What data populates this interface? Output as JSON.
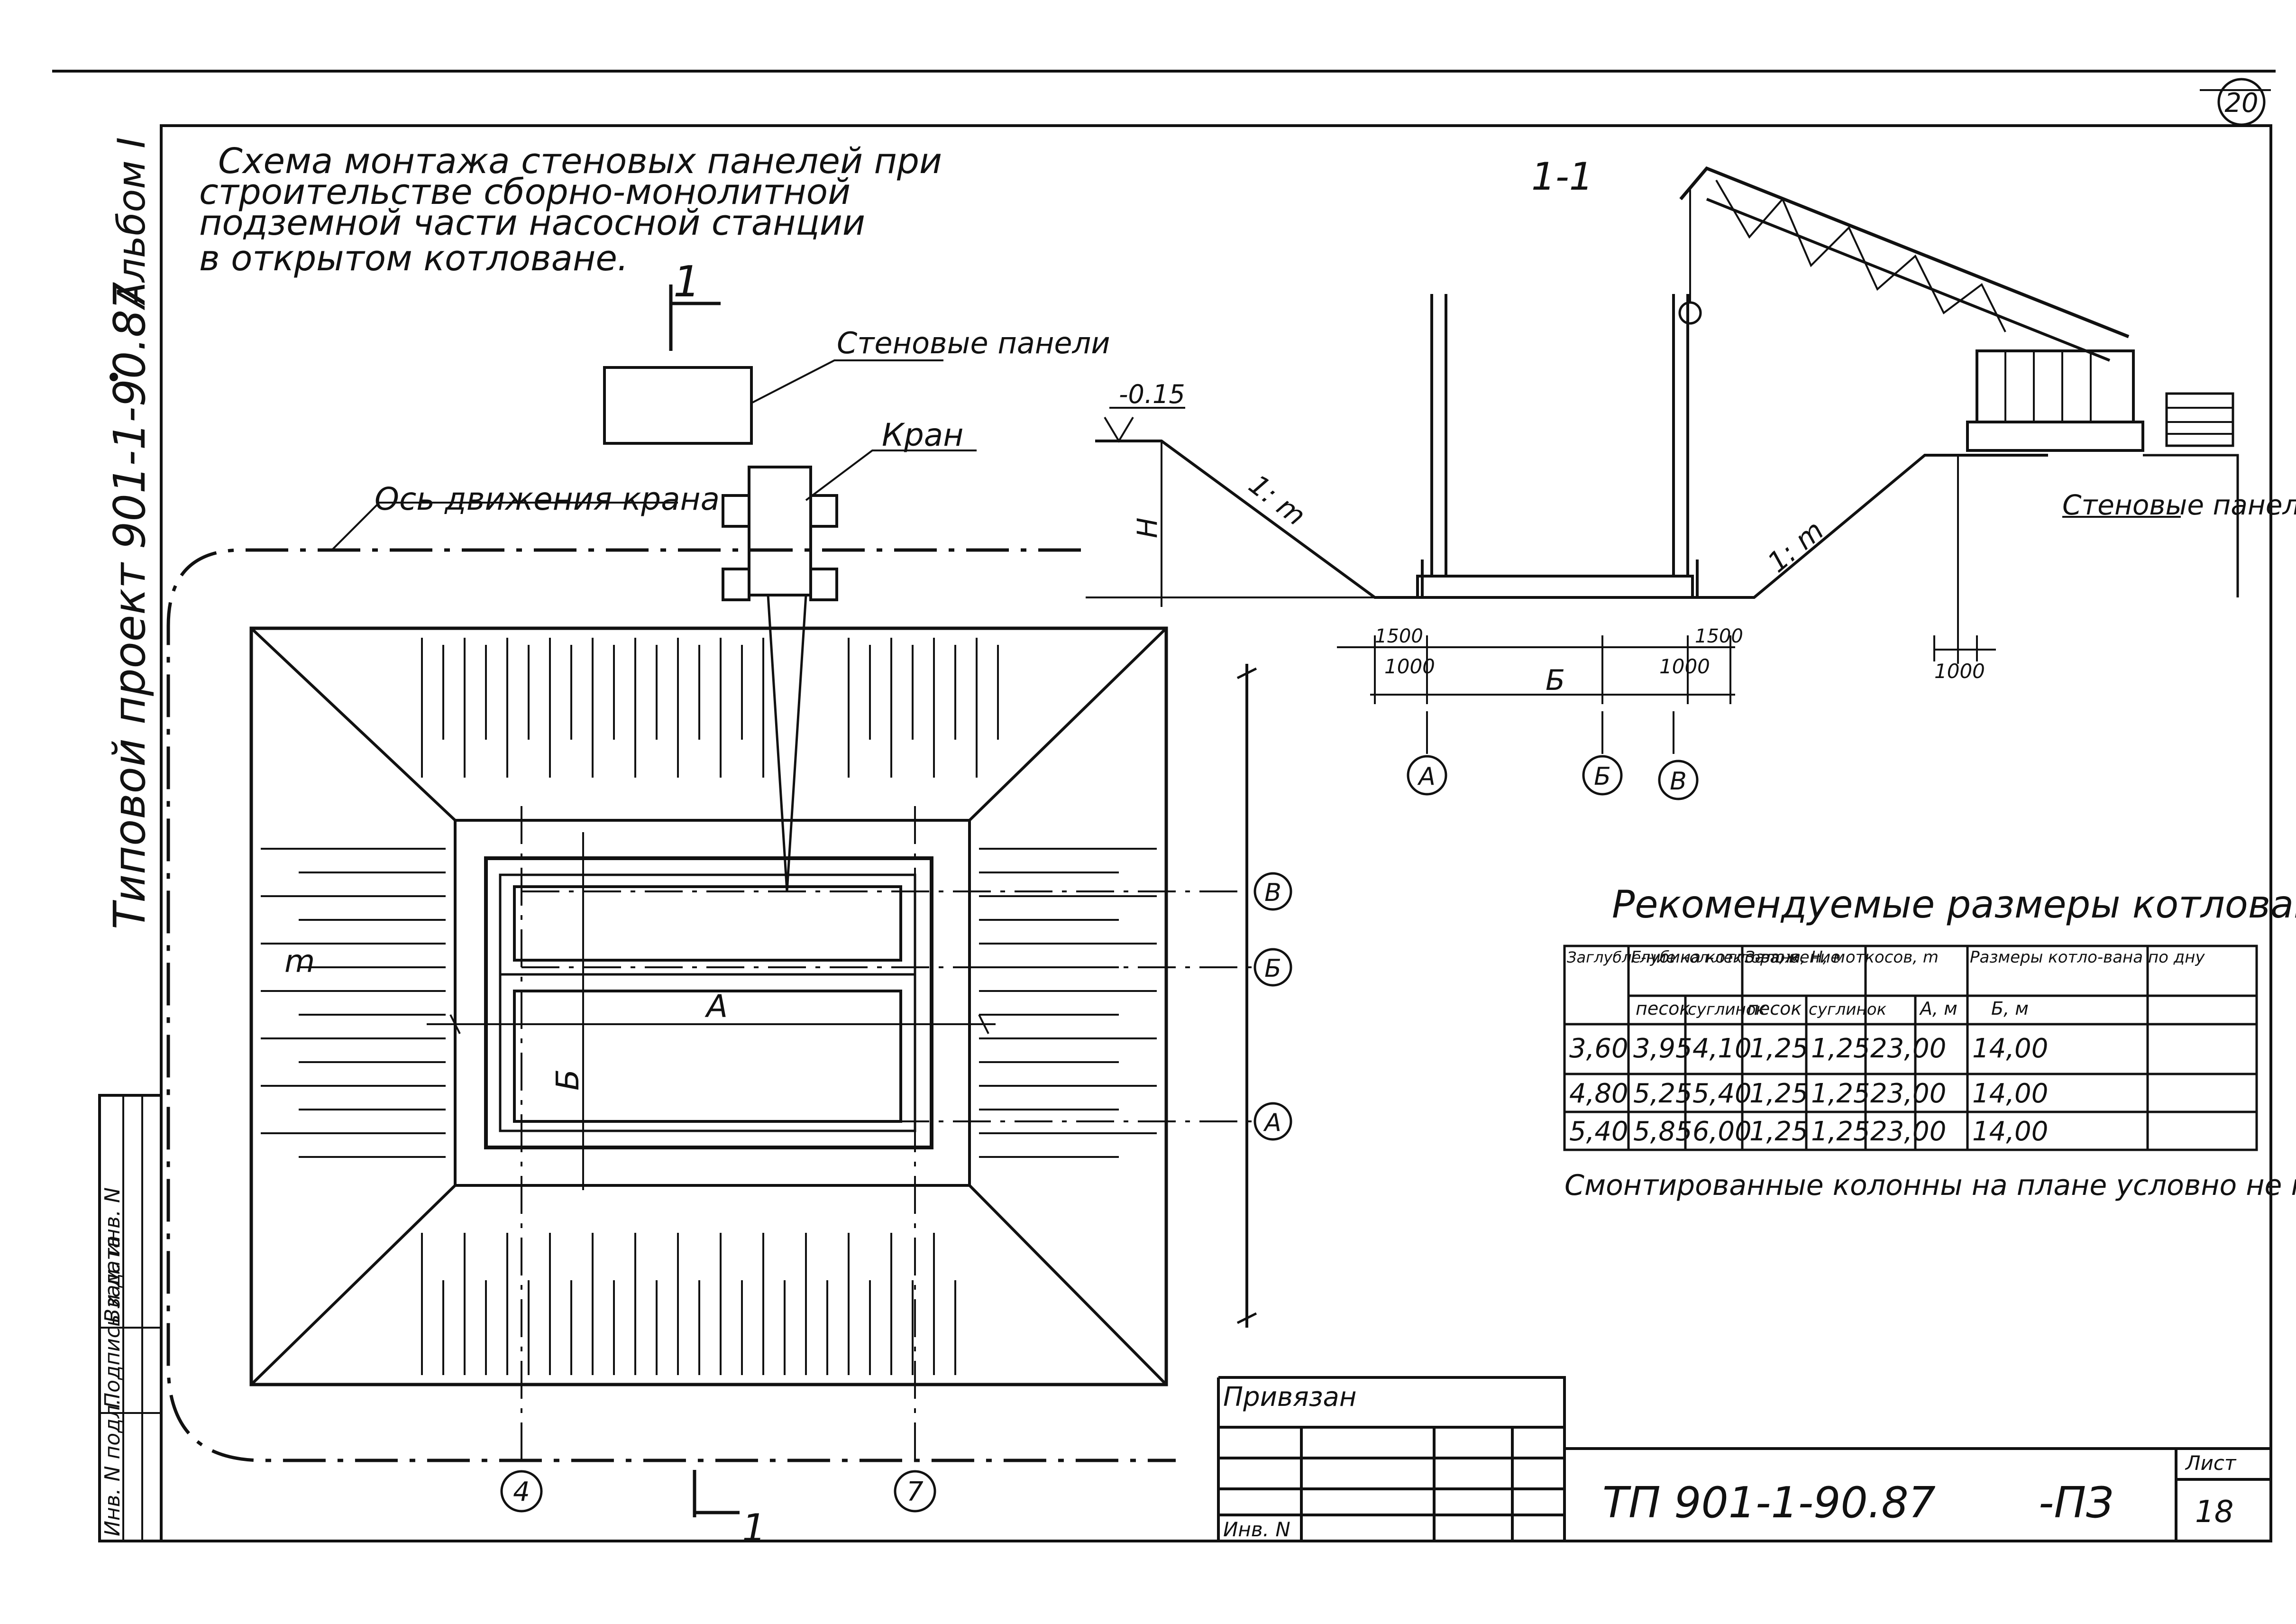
{
  "page_number": "20",
  "side_stamp": {
    "project": "Типовой проект 901-1-90.87",
    "album": "Альбом I",
    "cols": [
      "Инв. N подл.",
      "Подпись и дата",
      "Взам. инв. N"
    ]
  },
  "title_lines": [
    "Схема монтажа стеновых панелей при",
    "строительстве сборно-монолитной",
    "подземной части насосной станции",
    "в открытом котловане."
  ],
  "plan": {
    "section_mark": "1",
    "wall_panels_label": "Стеновые панели",
    "crane_label": "Кран",
    "crane_axis_label": "Ось движения крана",
    "slope_label": "m",
    "dim_a": "А",
    "dim_b": "Б",
    "axis_v": "В",
    "axis_b": "Б",
    "axis_a": "А",
    "axis_4": "4",
    "axis_7": "7"
  },
  "section": {
    "title": "1-1",
    "elevation": "-0.15",
    "h_label": "H",
    "slope_left": "1: m",
    "slope_right": "1: m",
    "dim_1500": "1500",
    "dim_1000": "1000",
    "dim_b": "Б",
    "axes": [
      "А",
      "Б",
      "В"
    ],
    "wall_panels_label": "Стеновые панели"
  },
  "table": {
    "title": "Рекомендуемые размеры котлованов",
    "headers": [
      "Заглубле-ние кол-лектора, м",
      "Глубина котло-вана, H, м",
      "Заложение откосов, m",
      "Размеры котло-вана по дну"
    ],
    "subheaders": [
      "песок",
      "суглинок",
      "песок",
      "суглинок",
      "А, м",
      "Б, м"
    ],
    "rows": [
      [
        "3,60",
        "3,95",
        "4,10",
        "1,25",
        "1,25",
        "23,00",
        "14,00"
      ],
      [
        "4,80",
        "5,25",
        "5,40",
        "1,25",
        "1,25",
        "23,00",
        "14,00"
      ],
      [
        "5,40",
        "5,85",
        "6,00",
        "1,25",
        "1,25",
        "23,00",
        "14,00"
      ]
    ]
  },
  "note": "Смонтированные колонны на плане условно не показаны.",
  "stamp": {
    "bound": "Привязан",
    "inv": "Инв. N",
    "code": "ТП 901-1-90.87",
    "suffix": "-ПЗ",
    "sheet_label": "Лист",
    "sheet_no": "18"
  }
}
